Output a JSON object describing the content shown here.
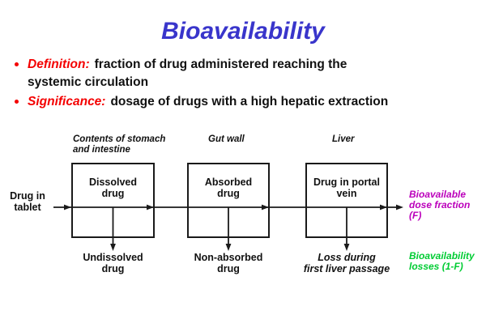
{
  "slide": {
    "title": "Bioavailability",
    "bullets": [
      {
        "label": "Definition:",
        "text": "fraction of drug administered reaching the\nsystemic circulation"
      },
      {
        "label": "Significance:",
        "text": "dosage of drugs with a high hepatic extraction"
      }
    ]
  },
  "diagram": {
    "headers": [
      {
        "label": "Contents of stomach\nand intestine"
      },
      {
        "label": "Gut wall"
      },
      {
        "label": "Liver"
      }
    ],
    "input_label": "Drug in\ntablet",
    "boxes": [
      {
        "label": "Dissolved\ndrug"
      },
      {
        "label": "Absorbed\ndrug"
      },
      {
        "label": "Drug in portal\nvein"
      }
    ],
    "loss_labels": [
      {
        "label": "Undissolved\ndrug"
      },
      {
        "label": "Non-absorbed\ndrug"
      },
      {
        "label": "Loss during\nfirst liver passage"
      }
    ],
    "output_label": "Bioavailable\ndose fraction\n(F)",
    "losses_label": "Bioavailability\nlosses (1-F)"
  },
  "colors": {
    "title": "#3935CB",
    "emphasis": "#F40000",
    "bullet_dot": "#F40000",
    "body_text": "#111111",
    "output": "#BB00BB",
    "losses": "#00CC33"
  }
}
